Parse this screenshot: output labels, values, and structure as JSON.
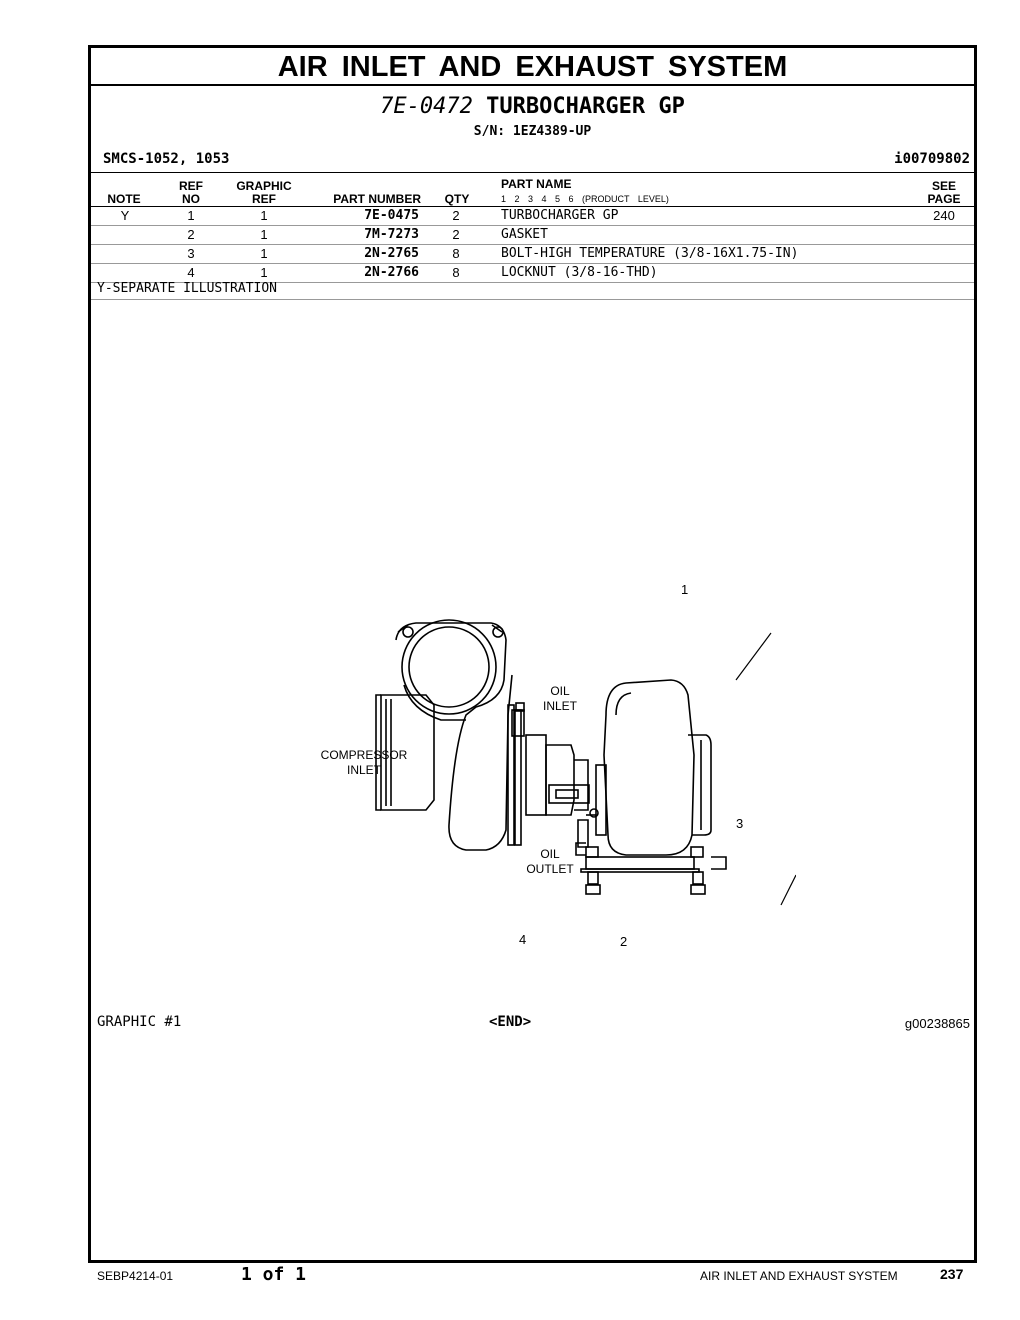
{
  "header": {
    "section_title": "AIR INLET AND EXHAUST SYSTEM",
    "group_part_number": "7E-0472",
    "group_name": "TURBOCHARGER GP",
    "serial_range": "S/N: 1EZ4389-UP",
    "smcs": "SMCS-1052, 1053",
    "illustration_id": "i00709802"
  },
  "table": {
    "headers": {
      "note": "NOTE",
      "ref_top": "REF",
      "ref_bottom": "NO",
      "graphic_top": "GRAPHIC",
      "graphic_bottom": "REF",
      "part_number": "PART NUMBER",
      "qty": "QTY",
      "part_name": "PART NAME",
      "product_level": "1 2 3 4 5 6 (PRODUCT LEVEL)",
      "see_top": "SEE",
      "see_bottom": "PAGE"
    },
    "rows": [
      {
        "note": "Y",
        "ref": "1",
        "graphic_ref": "1",
        "part_number": "7E-0475",
        "qty": "2",
        "part_name": "TURBOCHARGER GP",
        "see_page": "240"
      },
      {
        "note": "",
        "ref": "2",
        "graphic_ref": "1",
        "part_number": "7M-7273",
        "qty": "2",
        "part_name": "GASKET",
        "see_page": ""
      },
      {
        "note": "",
        "ref": "3",
        "graphic_ref": "1",
        "part_number": "2N-2765",
        "qty": "8",
        "part_name": "BOLT-HIGH TEMPERATURE (3/8-16X1.75-IN)",
        "see_page": ""
      },
      {
        "note": "",
        "ref": "4",
        "graphic_ref": "1",
        "part_number": "2N-2766",
        "qty": "8",
        "part_name": "LOCKNUT (3/8-16-THD)",
        "see_page": ""
      }
    ],
    "note_legend": "Y-SEPARATE ILLUSTRATION"
  },
  "illustration": {
    "callouts": [
      "1",
      "2",
      "3",
      "4"
    ],
    "labels": {
      "oil_inlet_1": "OIL",
      "oil_inlet_2": "INLET",
      "compressor_inlet_1": "COMPRESSOR",
      "compressor_inlet_2": "INLET",
      "oil_outlet_1": "OIL",
      "oil_outlet_2": "OUTLET"
    },
    "graphic_number": "GRAPHIC #1",
    "end_marker": "<END>",
    "graphic_id": "g00238865"
  },
  "footer": {
    "document_id": "SEBP4214-01",
    "page_of": "1 of 1",
    "section": "AIR INLET AND EXHAUST SYSTEM",
    "page_number": "237"
  }
}
